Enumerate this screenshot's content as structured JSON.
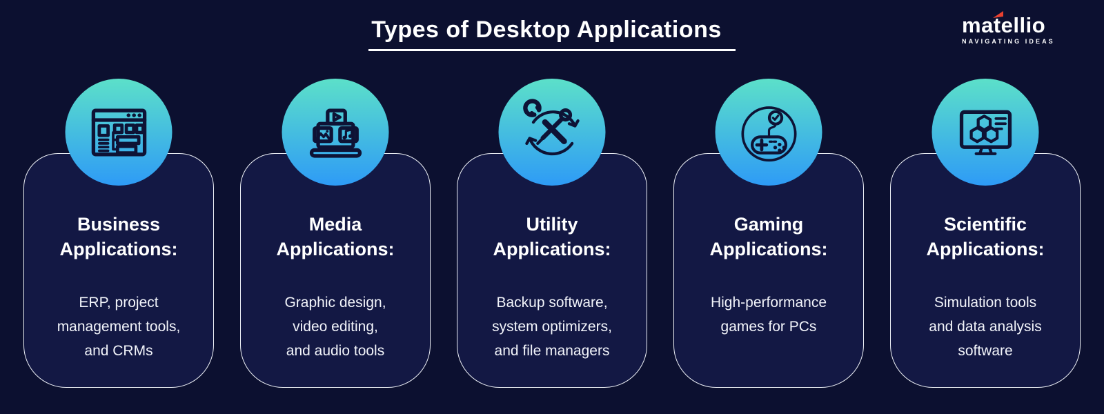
{
  "page": {
    "title": "Types of Desktop Applications"
  },
  "logo": {
    "wordmark": "matellio",
    "tagline": "NAVIGATING IDEAS"
  },
  "theme": {
    "page_background": "#0c1030",
    "card_background": "#131844",
    "card_border": "#eef1f7",
    "circle_gradient_top": "#5CE0C9",
    "circle_gradient_bottom": "#2E9BF6",
    "icon_stroke": "#0e1335",
    "text_color": "#ffffff",
    "logo_flag_color": "#e8402f"
  },
  "cards": [
    {
      "icon": "window-hierarchy-icon",
      "title": "Business\nApplications:",
      "description": "ERP, project\nmanagement tools,\nand CRMs"
    },
    {
      "icon": "media-laptop-icon",
      "title": "Media\nApplications:",
      "description": "Graphic design,\nvideo editing,\nand audio tools"
    },
    {
      "icon": "wrench-screwdriver-icon",
      "title": "Utility\nApplications:",
      "description": "Backup software,\nsystem optimizers,\nand file managers"
    },
    {
      "icon": "gamepad-icon",
      "title": "Gaming\nApplications:",
      "description": "High-performance\ngames for PCs"
    },
    {
      "icon": "monitor-molecule-icon",
      "title": "Scientific\nApplications:",
      "description": "Simulation tools\nand data analysis\nsoftware"
    }
  ]
}
